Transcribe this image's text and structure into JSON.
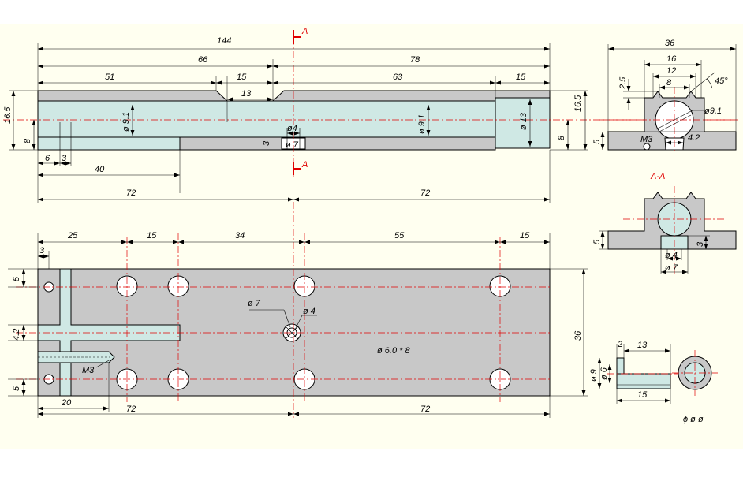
{
  "section_marker": "A",
  "section_title": "A-A",
  "front_view": {
    "overall_length": "144",
    "left_segment": "66",
    "right_segment": "78",
    "sub_51": "51",
    "sub_15a": "15",
    "sub_63": "63",
    "sub_15b": "15",
    "slot_width": "13",
    "height_total": "16.5",
    "height_lower": "8",
    "height_total_right": "16.5",
    "height_lower_right": "8",
    "bore_left": "ø 9.1",
    "bore_right": "ø 9.1",
    "counterbore": "ø 13",
    "hole_small": "ø4",
    "hole_large": "ø 7",
    "depth_3": "3",
    "step_6": "6",
    "step_3": "3",
    "slot_40": "40",
    "half_left": "72",
    "half_right": "72"
  },
  "plan_view": {
    "dim_25": "25",
    "dim_15a": "15",
    "dim_34": "34",
    "dim_55": "55",
    "dim_15b": "15",
    "dim_3": "3",
    "dim_5_top": "5",
    "dim_4_2": "4.2",
    "dim_5_bottom": "5",
    "dim_36": "36",
    "dim_20": "20",
    "half_left": "72",
    "half_right": "72",
    "thread_label": "M3",
    "center_outer": "ø 7",
    "center_inner": "ø 4",
    "hole_pattern": "ø  6.0 * 8"
  },
  "end_view": {
    "width": "36",
    "dim_16": "16",
    "dim_12": "12",
    "dim_8": "8",
    "dim_2_5": "2.5",
    "angle": "45°",
    "bore": "ø9.1",
    "dim_16_5": "16.5",
    "dim_5": "5",
    "thread": "M3",
    "dim_4_2": "4.2"
  },
  "section_view": {
    "dim_5": "5",
    "dim_3": "3",
    "hole_small": "ø 4",
    "hole_large": "ø 7"
  },
  "pin_detail": {
    "dim_2": "2",
    "dim_13": "13",
    "dim_9": "ø 9",
    "dim_6": "ø 6",
    "dim_15": "15"
  },
  "footer_symbols": "ϕ  ø  ø"
}
